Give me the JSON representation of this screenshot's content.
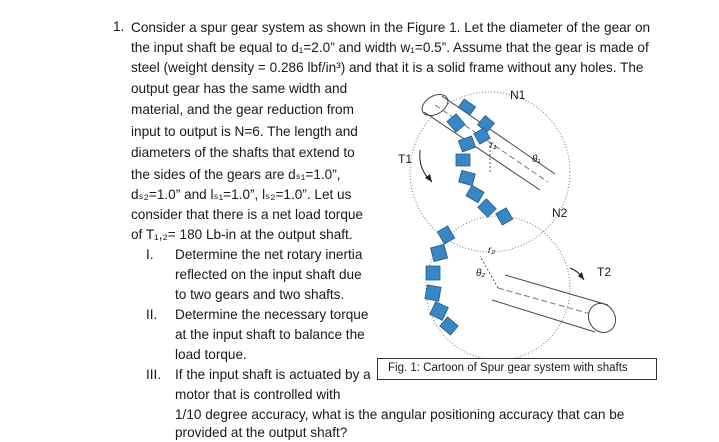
{
  "question": {
    "number": "1.",
    "lines": [
      "Consider a spur gear system as shown in the Figure 1. Let the diameter of the gear on",
      "the input shaft be equal to d₁=2.0” and width w₁=0.5”. Assume that the gear is made of",
      "steel (weight density = 0.286 lbf/in³) and that it is a solid frame without any holes. The",
      "output gear has the same width and",
      "material, and the gear reduction from",
      "input to output is N=6. The length and",
      "diameters of the shafts that extend to",
      "the sides of the gears are dₛ₁=1.0”,",
      "dₛ₂=1.0” and lₛ₁=1.0”, lₛ₂=1.0”. Let us",
      "consider that there is a net load torque",
      "of T₁,₂= 180 Lb-in at the output shaft."
    ]
  },
  "parts": [
    {
      "numeral": "I.",
      "lines": [
        "Determine the net rotary inertia",
        "reflected on the input shaft due",
        "to two gears and two shafts."
      ]
    },
    {
      "numeral": "II.",
      "lines": [
        "Determine the necessary torque",
        "at the input shaft to balance the",
        "load torque."
      ]
    },
    {
      "numeral": "III.",
      "lines": [
        "If the input shaft is actuated by a",
        "motor that is controlled with"
      ]
    }
  ],
  "tail_lines": [
    "1/10 degree accuracy, what is the angular positioning accuracy that can be",
    "provided at the output shaft?"
  ],
  "figure": {
    "labels": {
      "n1": "N1",
      "n2": "N2",
      "t1": "T1",
      "t2": "T2",
      "r1": "r₁",
      "r2": "r₂",
      "theta1": "θ₁",
      "theta2": "θ₂"
    },
    "caption": "Fig. 1: Cartoon of Spur gear system with shafts",
    "colors": {
      "gear_blue": "#3a86c4",
      "gear_dark": "#1f5f94",
      "outline": "#666666"
    }
  }
}
